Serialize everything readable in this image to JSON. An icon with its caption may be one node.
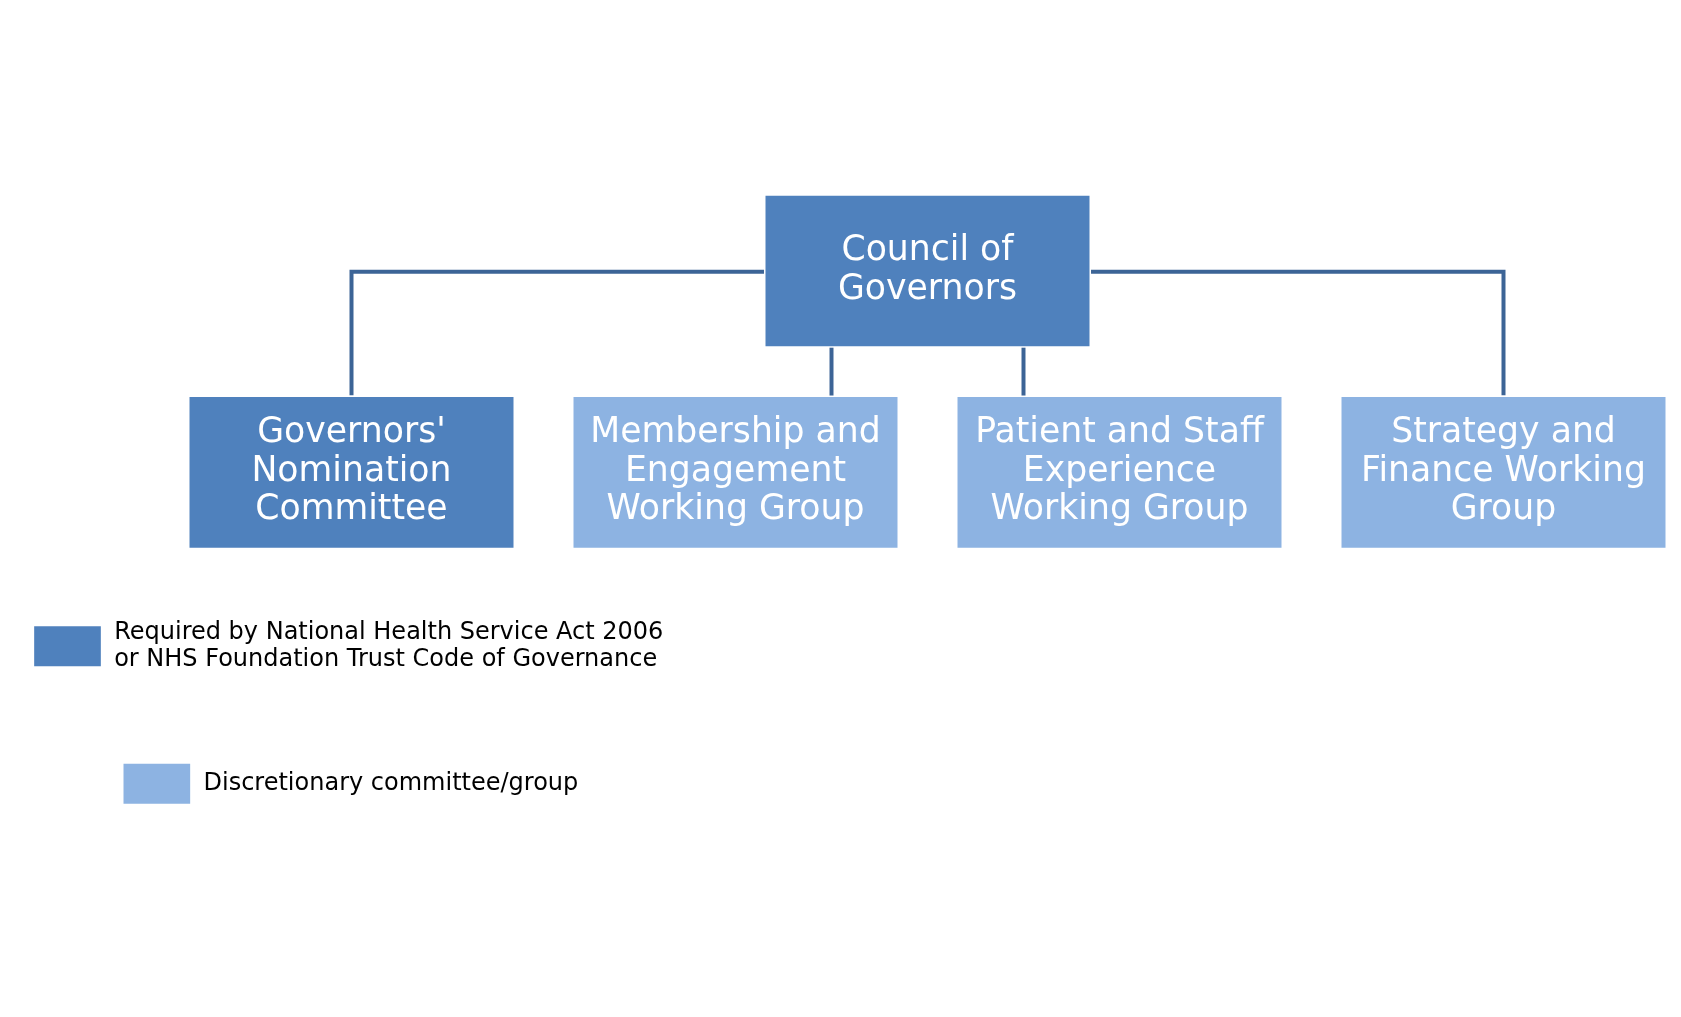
{
  "diagram": {
    "nodes": [
      {
        "text": [
          "Council of Governors"
        ]
      },
      {
        "text": [
          "Governors' Nomination Committee"
        ]
      },
      {
        "text": [
          "Membership and Engagement Working Group"
        ]
      },
      {
        "text": [
          "Patient and Staff Experience Working Group"
        ]
      },
      {
        "text": [
          "Strategy and Finance Working Group"
        ]
      }
    ],
    "edges": [
      {
        "from": 0,
        "to": 1,
        "arrow": "none"
      },
      {
        "from": 0,
        "to": 2,
        "arrow": "none"
      },
      {
        "from": 0,
        "to": 3,
        "arrow": "none"
      },
      {
        "from": 0,
        "to": 4,
        "arrow": "none"
      }
    ],
    "legend": [
      {
        "text": "Required by National Health Service Act 2006 or NHS Foundation Trust Code of Governance",
        "color": "#4f81bd"
      },
      {
        "text": "Discretionary committee/group",
        "color": "#8db3e2"
      }
    ]
  }
}
